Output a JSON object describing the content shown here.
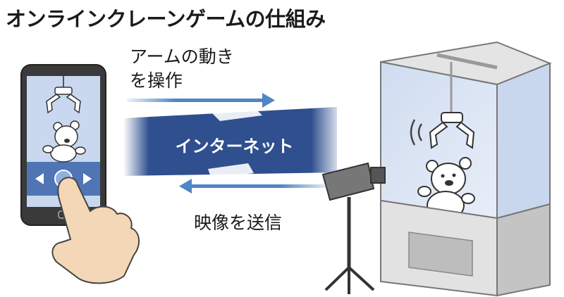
{
  "title": "オンラインクレーンゲームの仕組み",
  "labels": {
    "operate_line1": "アームの動き",
    "operate_line2": "を操作",
    "internet": "インターネット",
    "video": "映像を送信"
  },
  "colors": {
    "banner": "#2f4f8f",
    "arrow": "#4f86c6",
    "glass": "#dce6f4",
    "machine": "#d8d8d8"
  }
}
